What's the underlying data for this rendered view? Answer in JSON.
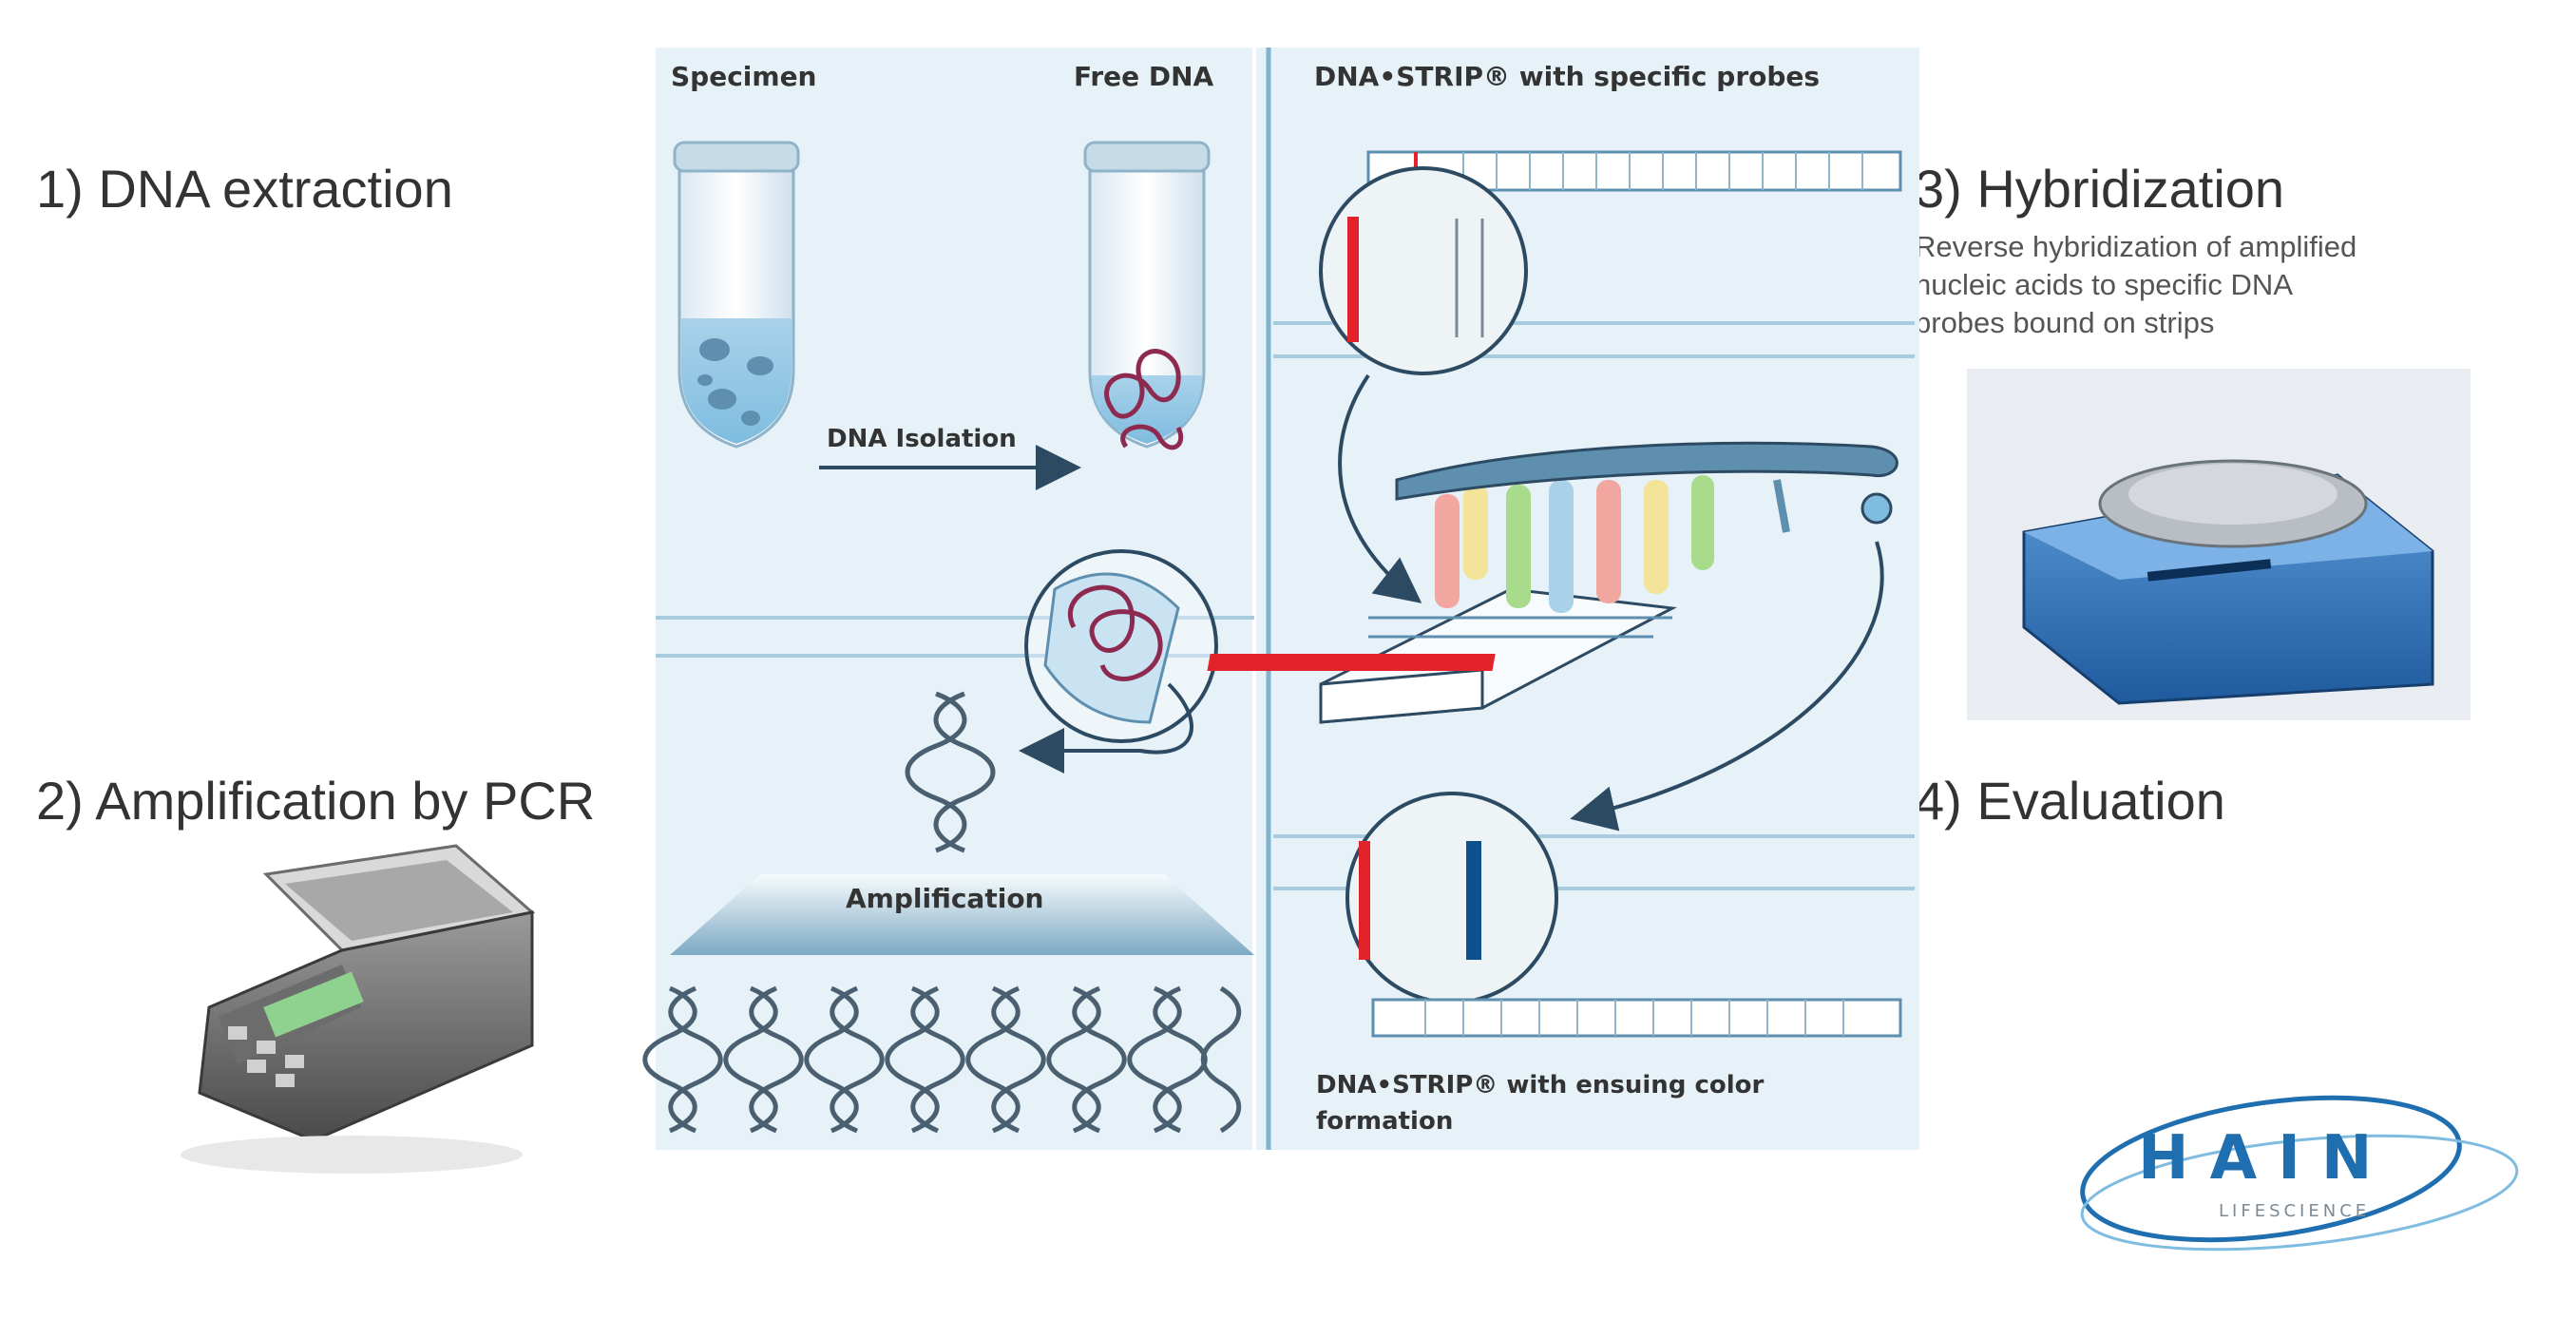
{
  "steps": {
    "step1": "1) DNA extraction",
    "step2": "2) Amplification by PCR",
    "step3": "3) Hybridization",
    "step3_desc_line1": "Reverse hybridization of amplified",
    "step3_desc_line2": "nucleic acids to specific DNA",
    "step3_desc_line3": "probes bound on strips",
    "step4": "4) Evaluation"
  },
  "diagram": {
    "specimen": "Specimen",
    "free_dna": "Free DNA",
    "dna_isolation": "DNA Isolation",
    "amplification": "Amplification",
    "strip_probes": "DNA•STRIP® with specific probes",
    "strip_color_line1": "DNA•STRIP® with ensuing color",
    "strip_color_line2": "formation"
  },
  "logo": {
    "brand": "HAIN",
    "sub": "LIFESCIENCE"
  },
  "colors": {
    "panel_bg": "#e6f1f8",
    "red_band": "#e3232a",
    "blue_band": "#0d4f8f",
    "brand_blue": "#1f6fb0"
  }
}
